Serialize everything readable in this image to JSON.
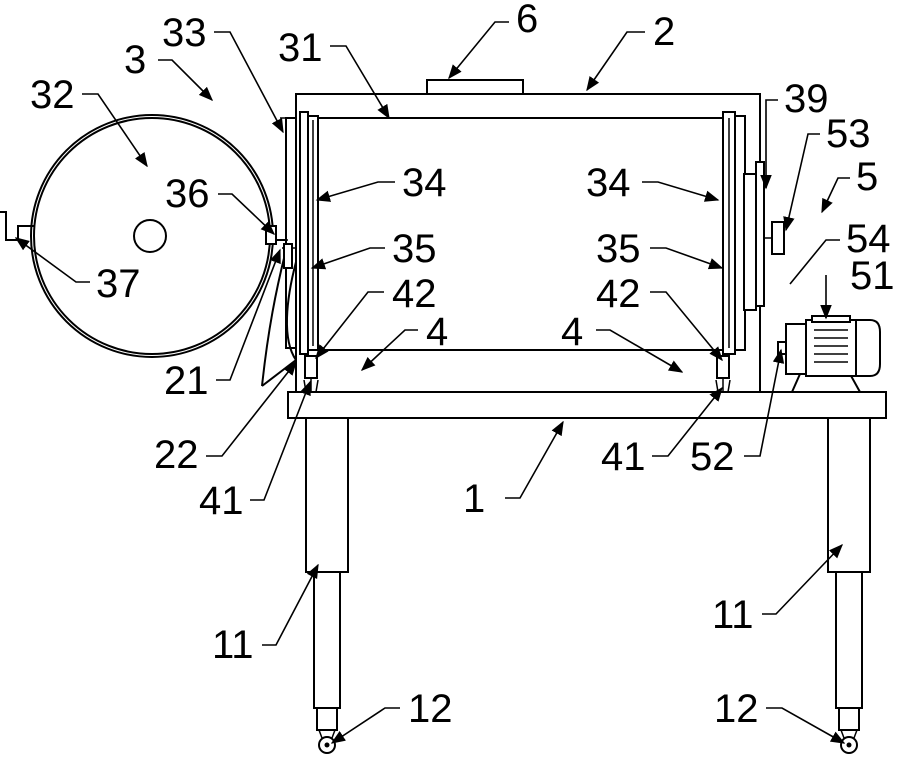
{
  "labels": {
    "l1": "1",
    "l2": "2",
    "l3": "3",
    "l4a": "4",
    "l4b": "4",
    "l5": "5",
    "l6": "6",
    "l11a": "11",
    "l11b": "11",
    "l12a": "12",
    "l12b": "12",
    "l21": "21",
    "l22": "22",
    "l31": "31",
    "l32": "32",
    "l33": "33",
    "l34a": "34",
    "l34b": "34",
    "l35a": "35",
    "l35b": "35",
    "l36": "36",
    "l37": "37",
    "l39": "39",
    "l41a": "41",
    "l41b": "41",
    "l42a": "42",
    "l42b": "42",
    "l51": "51",
    "l52": "52",
    "l53": "53",
    "l54": "54"
  }
}
